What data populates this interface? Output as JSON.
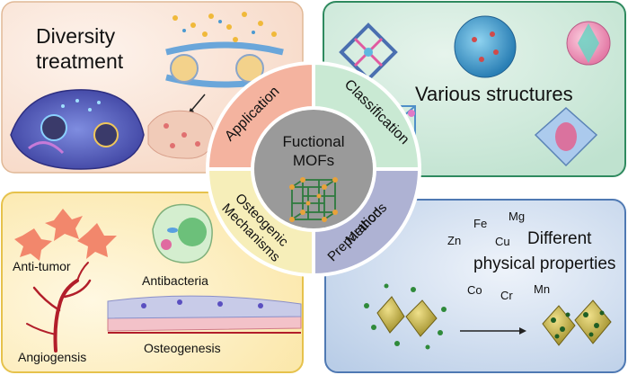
{
  "quadrants": {
    "top_left": {
      "title_line1": "Diversity",
      "title_line2": "treatment"
    },
    "top_right": {
      "title": "Various structures"
    },
    "bottom_left": {
      "anti_tumor": "Anti-tumor",
      "antibacteria": "Antibacteria",
      "angiogensis": "Angiogensis",
      "osteogenesis": "Osteogenesis"
    },
    "bottom_right": {
      "title_line1": "Different",
      "title_line2": "physical properties",
      "elements": [
        {
          "symbol": "Fe",
          "color": "#e8761c"
        },
        {
          "symbol": "Mg",
          "color": "#c0162a"
        },
        {
          "symbol": "Zn",
          "color": "#c0162a"
        },
        {
          "symbol": "Cu",
          "color": "#3a8a2a"
        },
        {
          "symbol": "Co",
          "color": "#e8761c"
        },
        {
          "symbol": "Cr",
          "color": "#c0162a"
        },
        {
          "symbol": "Mn",
          "color": "#3a8a2a"
        }
      ]
    }
  },
  "ring": {
    "application": "Application",
    "classification": "Classification",
    "osteogenic_line1": "Osteogenic",
    "osteogenic_line2": "Mechanisms",
    "preparation_line1": "Preparation",
    "preparation_line2": "Methods"
  },
  "center": {
    "line1": "Fuctional",
    "line2": "MOFs"
  },
  "colors": {
    "top_left_bg": "#fbe7da",
    "top_right_bg": "#d3ecdf",
    "bottom_left_bg": "#fdf1c9",
    "bottom_right_bg": "#d6e2f2",
    "ring_application": "#f4b39f",
    "ring_classification": "#c9e9d3",
    "ring_osteogenic": "#f6eeb9",
    "ring_preparation": "#aeb2d3",
    "center": "#9a9a9a"
  }
}
